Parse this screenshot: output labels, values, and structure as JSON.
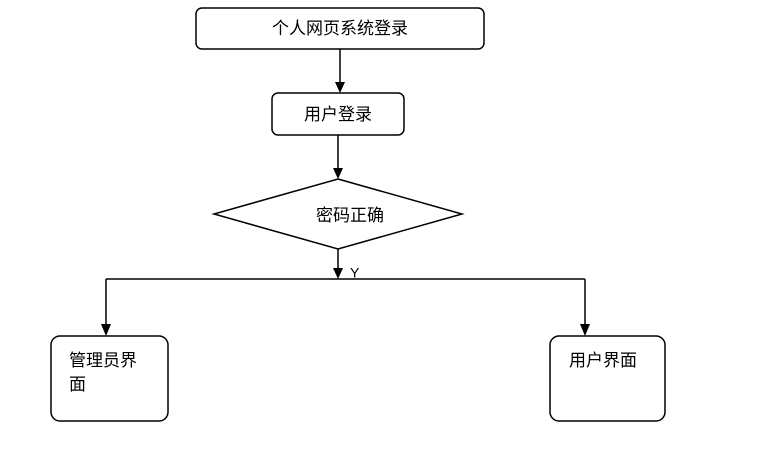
{
  "flowchart": {
    "nodes": {
      "start": {
        "label": "个人网页系统登录"
      },
      "login": {
        "label": "用户登录"
      },
      "check": {
        "label": "密码正确"
      },
      "admin": {
        "label_line1": "管理员界",
        "label_line2": "面"
      },
      "user": {
        "label": "用户界面"
      }
    },
    "edges": {
      "yes_label": "Y"
    }
  }
}
